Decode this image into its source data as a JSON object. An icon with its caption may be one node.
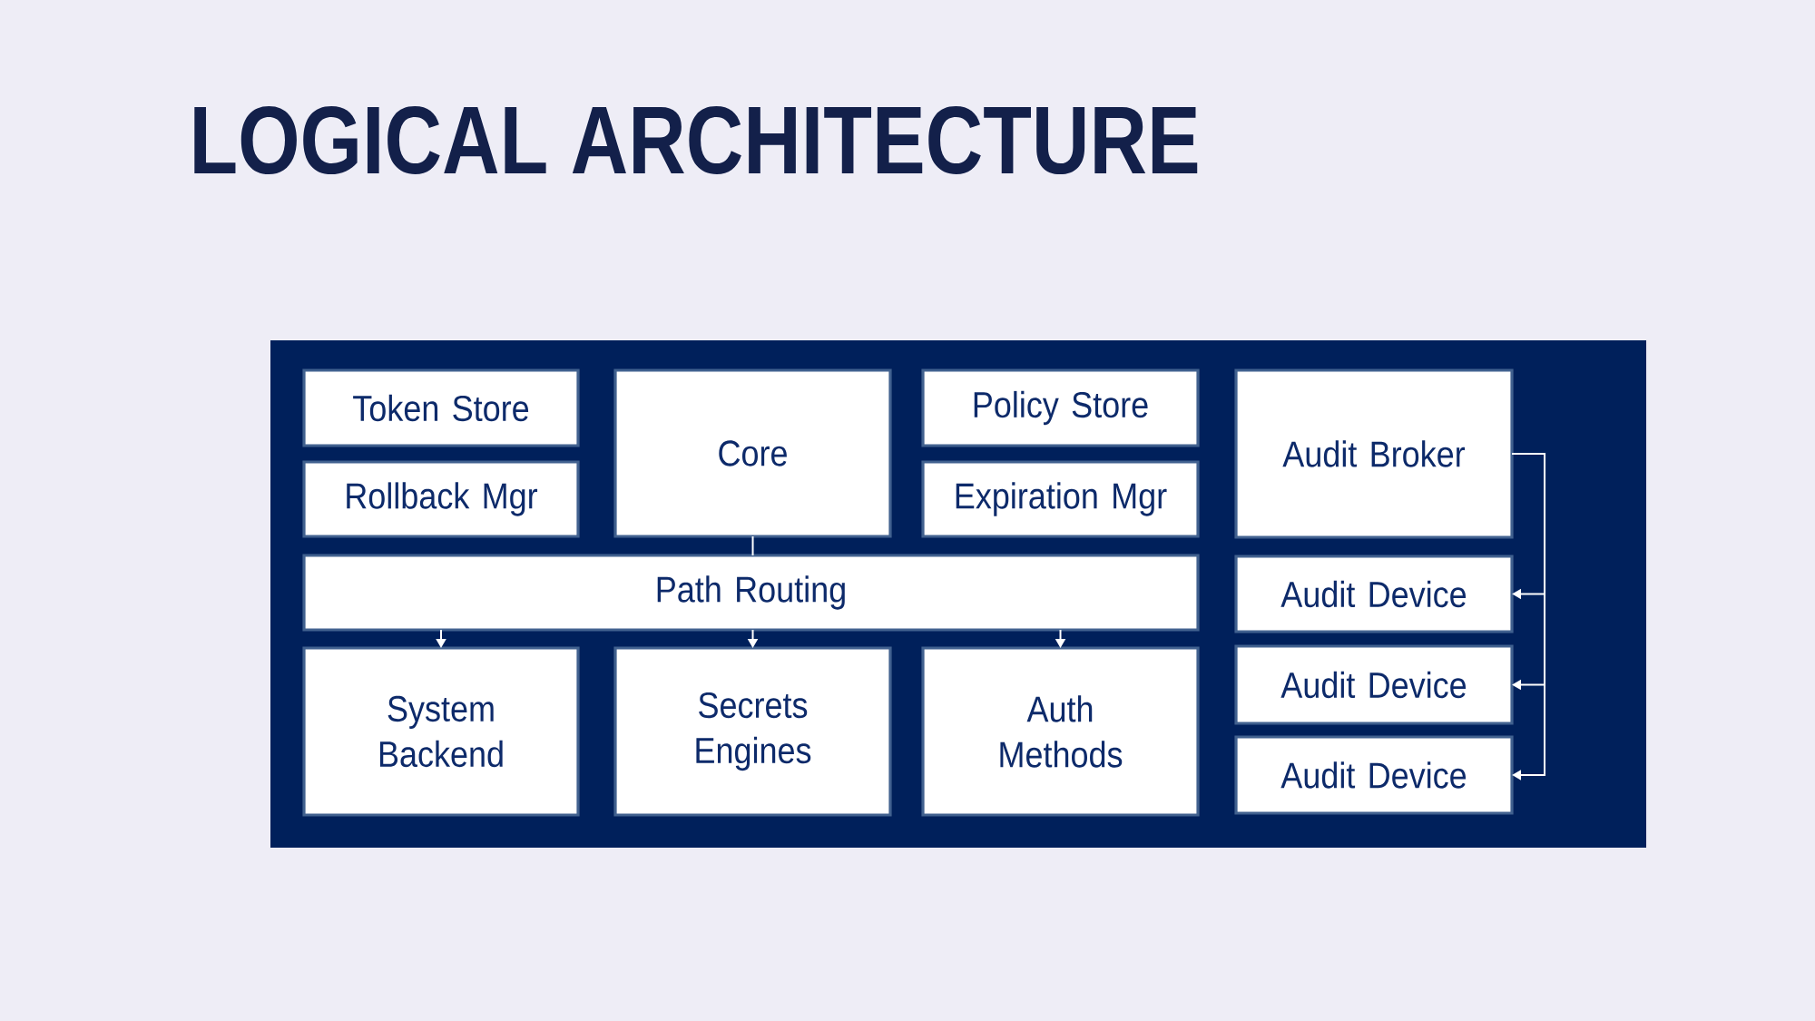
{
  "diagram": {
    "title": "LOGICAL ARCHITECTURE",
    "nodes": [
      {
        "text": [
          "Token Store"
        ]
      },
      {
        "text": [
          "Core"
        ]
      },
      {
        "text": [
          "Policy Store"
        ]
      },
      {
        "text": [
          "Audit Broker"
        ]
      },
      {
        "text": [
          "Rollback Mgr"
        ]
      },
      {
        "text": [
          "Expiration Mgr"
        ]
      },
      {
        "text": [
          "Path Routing"
        ]
      },
      {
        "text": [
          "Audit Device"
        ]
      },
      {
        "text": [
          "System Backend"
        ]
      },
      {
        "text": [
          "Secrets Engines"
        ]
      },
      {
        "text": [
          "Auth Methods"
        ]
      },
      {
        "text": [
          "Audit Device"
        ]
      },
      {
        "text": [
          "Audit Device"
        ]
      }
    ],
    "edges": [
      {
        "from": 1,
        "to": 6,
        "arrow": "none"
      },
      {
        "from": 6,
        "to": 8,
        "arrow": "to"
      },
      {
        "from": 6,
        "to": 9,
        "arrow": "to"
      },
      {
        "from": 6,
        "to": 10,
        "arrow": "to"
      },
      {
        "from": 3,
        "to": 7,
        "arrow": "to"
      },
      {
        "from": 3,
        "to": 11,
        "arrow": "to"
      },
      {
        "from": 3,
        "to": 12,
        "arrow": "to"
      }
    ]
  }
}
